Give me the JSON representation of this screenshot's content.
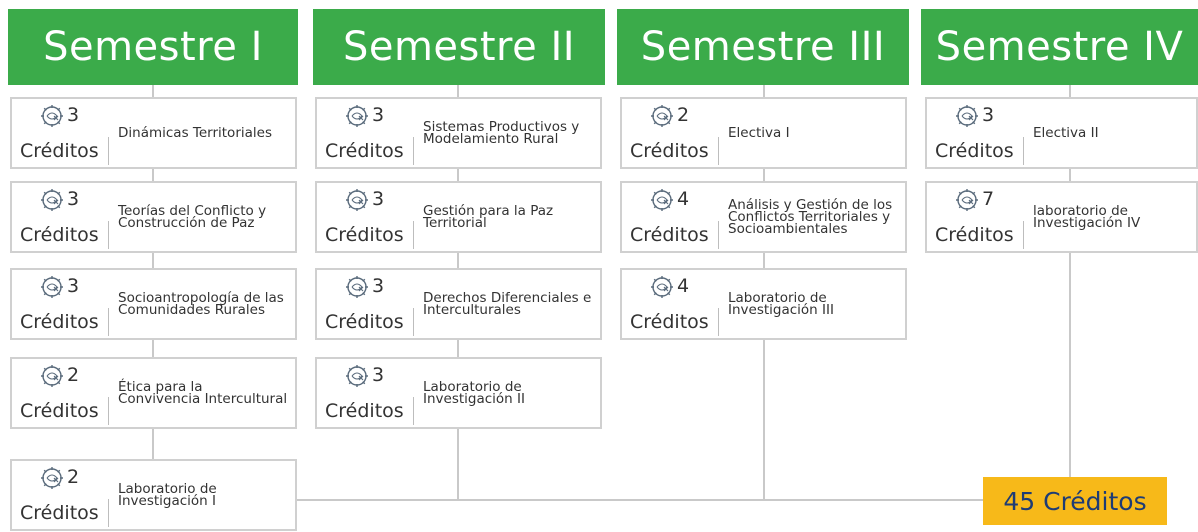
{
  "colors": {
    "header_bg": "#3bab4a",
    "total_bg": "#f7b919",
    "total_text": "#1e3c75",
    "connector": "#c9c9c9"
  },
  "credit_icon": "credits-gear-icon",
  "credit_label": "Créditos",
  "semesters": [
    {
      "title": "Semestre I",
      "courses": [
        {
          "credits": "3",
          "name": "Dinámicas Territoriales"
        },
        {
          "credits": "3",
          "name": "Teorías del Conflicto y Construcción de Paz"
        },
        {
          "credits": "3",
          "name": "Socioantropología de las Comunidades Rurales"
        },
        {
          "credits": "2",
          "name": "Ética para la Convivencia Intercultural"
        },
        {
          "credits": "2",
          "name": "Laboratorio de Investigación I"
        }
      ]
    },
    {
      "title": "Semestre II",
      "courses": [
        {
          "credits": "3",
          "name": "Sistemas Productivos y Modelamiento Rural"
        },
        {
          "credits": "3",
          "name": "Gestión para la Paz Territorial"
        },
        {
          "credits": "3",
          "name": "Derechos Diferenciales e Interculturales"
        },
        {
          "credits": "3",
          "name": "Laboratorio de Investigación II"
        }
      ]
    },
    {
      "title": "Semestre III",
      "courses": [
        {
          "credits": "2",
          "name": "Electiva I"
        },
        {
          "credits": "4",
          "name": "Análisis y Gestión de los Conflictos Territoriales y Socioambientales"
        },
        {
          "credits": "4",
          "name": "Laboratorio de Investigación III"
        }
      ]
    },
    {
      "title": "Semestre IV",
      "courses": [
        {
          "credits": "3",
          "name": "Electiva II"
        },
        {
          "credits": "7",
          "name": "laboratorio de Investigación IV"
        }
      ]
    }
  ],
  "total": "45 Créditos"
}
